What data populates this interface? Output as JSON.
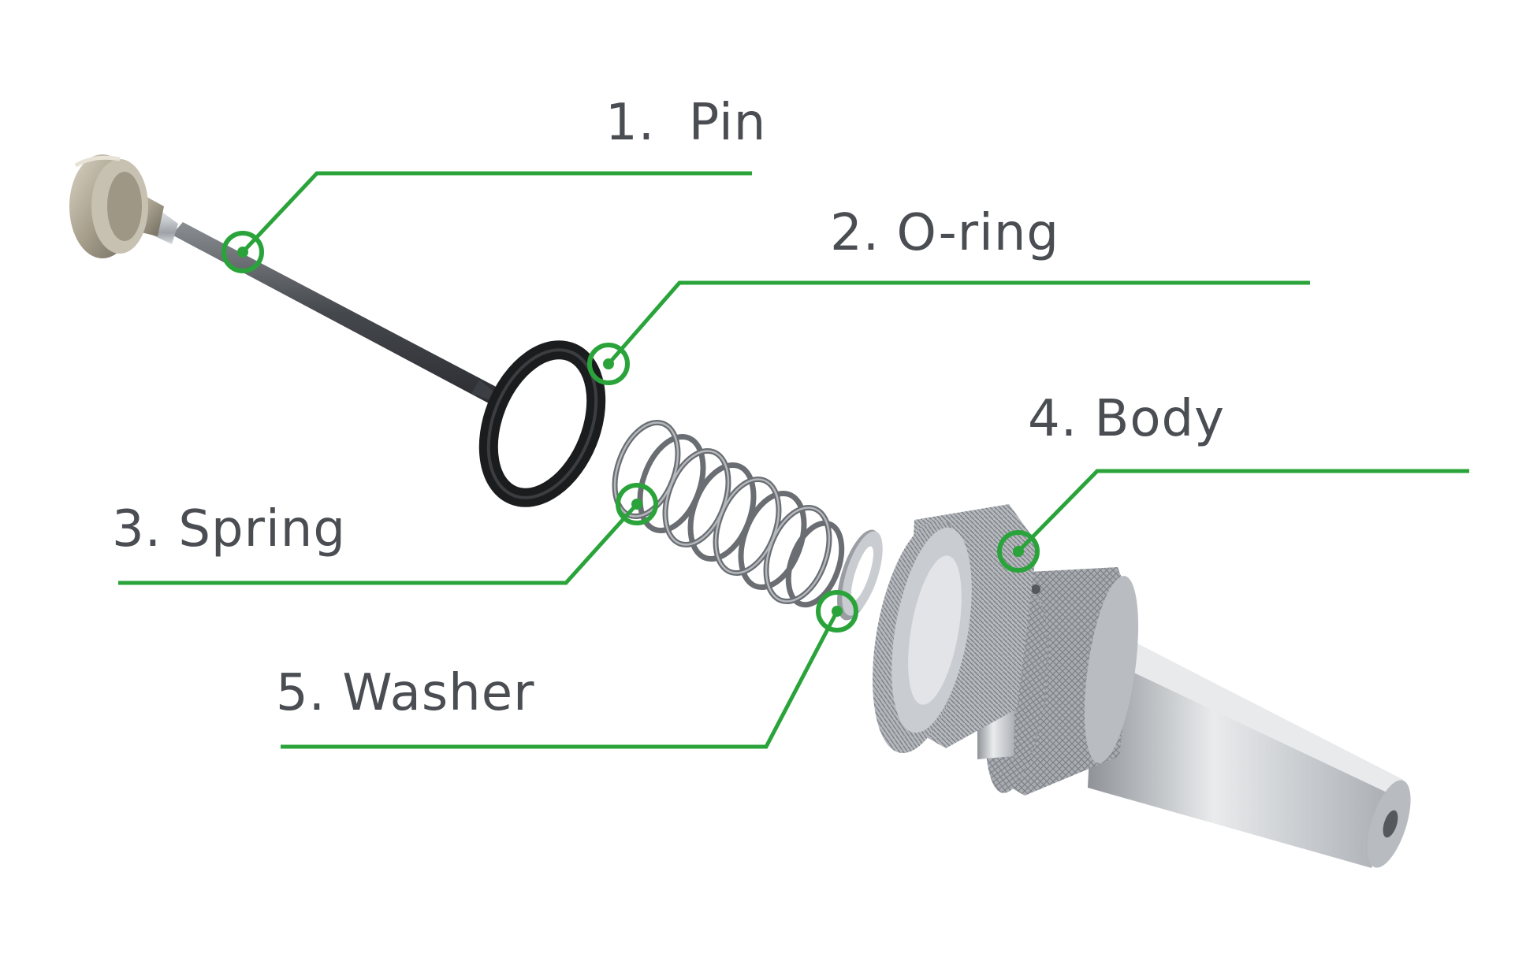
{
  "diagram": {
    "accent_color": "#2aa43a",
    "text_color": "#4a4d52",
    "parts": [
      {
        "number": "1.",
        "name": "Pin",
        "label": "1.  Pin"
      },
      {
        "number": "2.",
        "name": "O-ring",
        "label": "2. O-ring"
      },
      {
        "number": "3.",
        "name": "Spring",
        "label": "3. Spring"
      },
      {
        "number": "4.",
        "name": "Body",
        "label": "4. Body"
      },
      {
        "number": "5.",
        "name": "Washer",
        "label": "5. Washer"
      }
    ]
  }
}
